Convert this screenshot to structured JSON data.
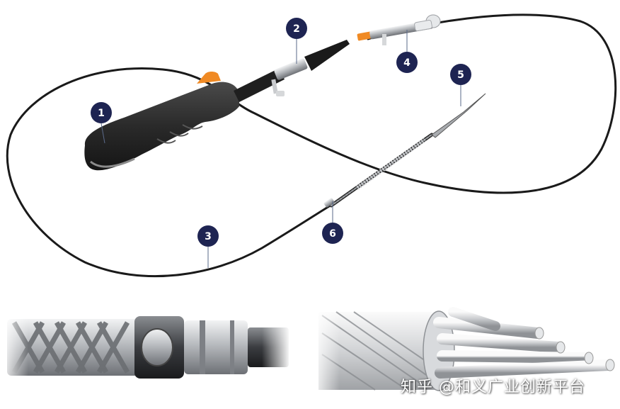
{
  "callouts": [
    {
      "id": "callout-1",
      "label": "1"
    },
    {
      "id": "callout-2",
      "label": "2"
    },
    {
      "id": "callout-3",
      "label": "3"
    },
    {
      "id": "callout-4",
      "label": "4"
    },
    {
      "id": "callout-5",
      "label": "5"
    },
    {
      "id": "callout-6",
      "label": "6"
    }
  ],
  "watermark": "知乎 @和义广业创新平台",
  "colors": {
    "callout_fill": "#1e2452",
    "handle_dark": "#2b2b2b",
    "handle_orange": "#f08a24",
    "wire": "#1a1a1a",
    "metal": "#b9bcc0"
  },
  "icons": [
    "catheter-handle",
    "guidewire-loop",
    "connector-valve",
    "distal-tip",
    "coil-segment",
    "braided-stent-detail",
    "cable-strand-detail"
  ]
}
